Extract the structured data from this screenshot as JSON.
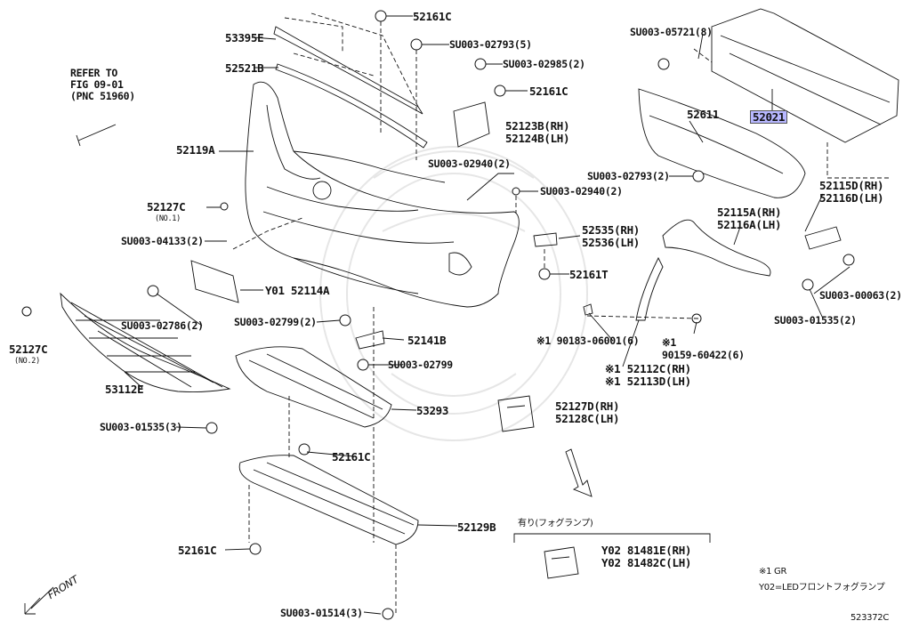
{
  "figure_id": "523372C",
  "refer": {
    "line1": "REFER TO",
    "line2": "FIG 09-01",
    "line3": "(PNC 51960)"
  },
  "front_label": "FRONT",
  "fog_box_title": "有り(フォグランプ)",
  "legend": {
    "note1": "※1 GR",
    "note2": "Y02=LEDフロントフォグランプ"
  },
  "highlighted_part": "52021",
  "labels": {
    "p53395E": "53395E",
    "p52521B": "52521B",
    "p52161C_top": "52161C",
    "p52161C_mid": "52161C",
    "p52161C_lower": "52161C",
    "p52161C_bottom": "52161C",
    "p52119A": "52119A",
    "p52127C_no1": "52127C",
    "no1": "(NO.1)",
    "p52127C_no2": "52127C",
    "no2": "(NO.2)",
    "su04133": "SU003-04133(2)",
    "y01_52114A": "Y01 52114A",
    "su02786": "SU003-02786(2)",
    "p53112E": "53112E",
    "su02793_5": "SU003-02793(5)",
    "su02985": "SU003-02985(2)",
    "p52123B": "52123B(RH)",
    "p52124B": "52124B(LH)",
    "su02940_a": "SU003-02940(2)",
    "su02940_b": "SU003-02940(2)",
    "p52535": "52535(RH)",
    "p52536": "52536(LH)",
    "p52161T": "52161T",
    "su02799_2": "SU003-02799(2)",
    "p52141B": "52141B",
    "su02799": "SU003-02799",
    "p53293": "53293",
    "su01535_3": "SU003-01535(3)",
    "p52129B": "52129B",
    "su01514": "SU003-01514(3)",
    "p90183": "※1 90183-06001(6)",
    "p90159_mark": "※1",
    "p90159": "90159-60422(6)",
    "p52112C": "※1 52112C(RH)",
    "p52113D": "※1 52113D(LH)",
    "p52127D": "52127D(RH)",
    "p52128C": "52128C(LH)",
    "y02_81481E": "Y02 81481E(RH)",
    "y02_81482C": "Y02 81482C(LH)",
    "su05721": "SU003-05721(8)",
    "p52611": "52611",
    "p52021": "52021",
    "su02793_2": "SU003-02793(2)",
    "p52115D": "52115D(RH)",
    "p52116D": "52116D(LH)",
    "p52115A": "52115A(RH)",
    "p52116A": "52116A(LH)",
    "su00063": "SU003-00063(2)",
    "su01535_2": "SU003-01535(2)"
  }
}
